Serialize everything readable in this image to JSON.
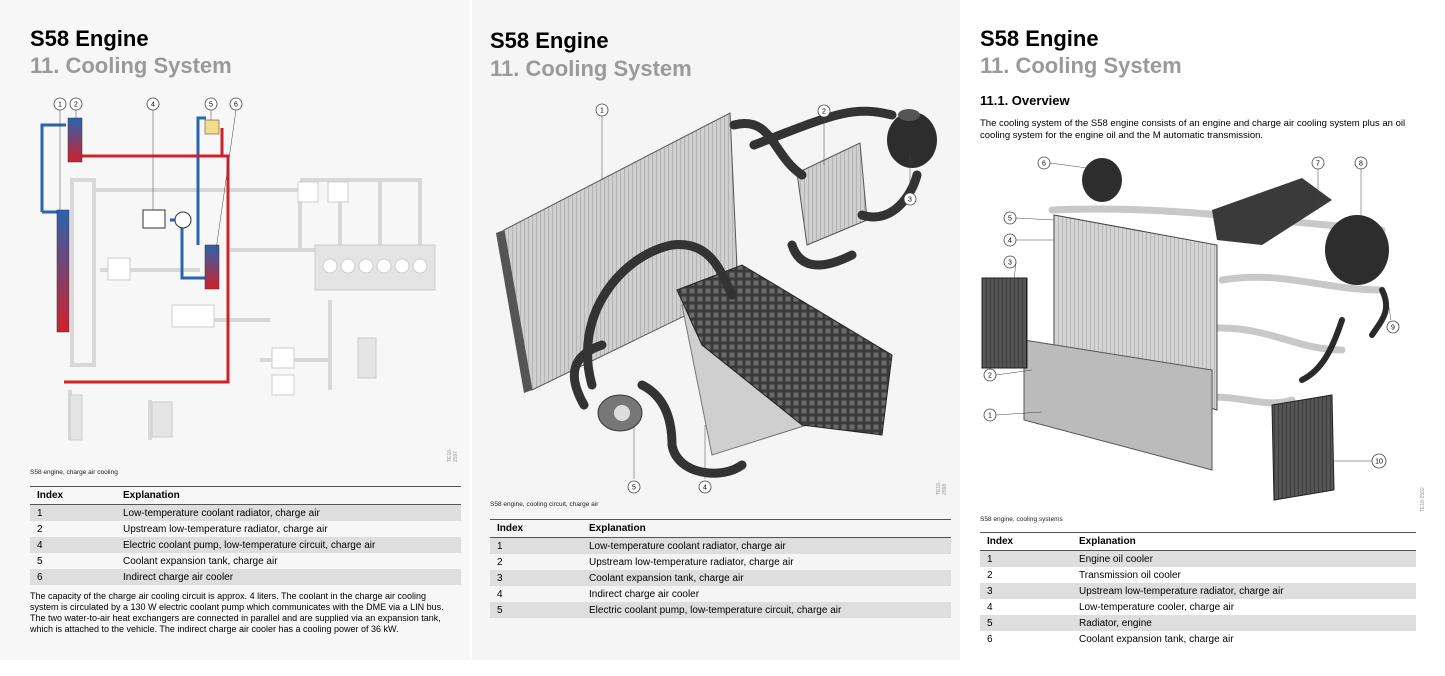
{
  "pages": [
    {
      "title": "S58 Engine",
      "subtitle": "11. Cooling System",
      "figure_caption": "S58 engine, charge air cooling",
      "figure_id": "TE18-2597",
      "callouts": [
        "1",
        "2",
        "4",
        "5",
        "6"
      ],
      "table": {
        "header": [
          "Index",
          "Explanation"
        ],
        "rows": [
          [
            "1",
            "Low-temperature coolant radiator, charge air"
          ],
          [
            "2",
            "Upstream low-temperature radiator, charge air"
          ],
          [
            "4",
            "Electric coolant pump, low-temperature circuit, charge air"
          ],
          [
            "5",
            "Coolant expansion tank, charge air"
          ],
          [
            "6",
            "Indirect charge air cooler"
          ]
        ]
      },
      "body": "The capacity of the charge air cooling circuit is approx. 4 liters. The coolant in the charge air cooling system is circulated by a 130 W electric coolant pump which communicates with the DME via a LIN bus. The two water-to-air heat exchangers are connected in parallel and are supplied via an expansion tank, which is attached to the vehicle. The indirect charge air cooler has a cooling power of 36 kW."
    },
    {
      "title": "S58 Engine",
      "subtitle": "11. Cooling System",
      "figure_caption": "S58 engine, cooling circuit, charge air",
      "figure_id": "TE18-2598",
      "callouts": [
        "1",
        "2",
        "3",
        "4",
        "5"
      ],
      "table": {
        "header": [
          "Index",
          "Explanation"
        ],
        "rows": [
          [
            "1",
            "Low-temperature coolant radiator, charge air"
          ],
          [
            "2",
            "Upstream low-temperature radiator, charge air"
          ],
          [
            "3",
            "Coolant expansion tank, charge air"
          ],
          [
            "4",
            "Indirect charge air cooler"
          ],
          [
            "5",
            "Electric coolant pump, low-temperature circuit, charge air"
          ]
        ]
      }
    },
    {
      "title": "S58 Engine",
      "subtitle": "11. Cooling System",
      "section": "11.1. Overview",
      "intro": "The cooling system of the S58 engine consists of an engine and charge air cooling system plus an oil cooling system for the engine oil and the M automatic transmission.",
      "figure_caption": "S58 engine, cooling systems",
      "figure_id": "TE18-2592",
      "callouts": [
        "1",
        "2",
        "3",
        "4",
        "5",
        "6",
        "7",
        "8",
        "9",
        "10"
      ],
      "table": {
        "header": [
          "Index",
          "Explanation"
        ],
        "rows": [
          [
            "1",
            "Engine oil cooler"
          ],
          [
            "2",
            "Transmission oil cooler"
          ],
          [
            "3",
            "Upstream low-temperature radiator, charge air"
          ],
          [
            "4",
            "Low-temperature cooler, charge air"
          ],
          [
            "5",
            "Radiator, engine"
          ],
          [
            "6",
            "Coolant expansion tank, charge air"
          ]
        ]
      }
    }
  ],
  "colors": {
    "hot": "#d0202a",
    "cold": "#2a63b0",
    "grey_line": "#d6d6d6",
    "table_stripe": "#dedede"
  }
}
